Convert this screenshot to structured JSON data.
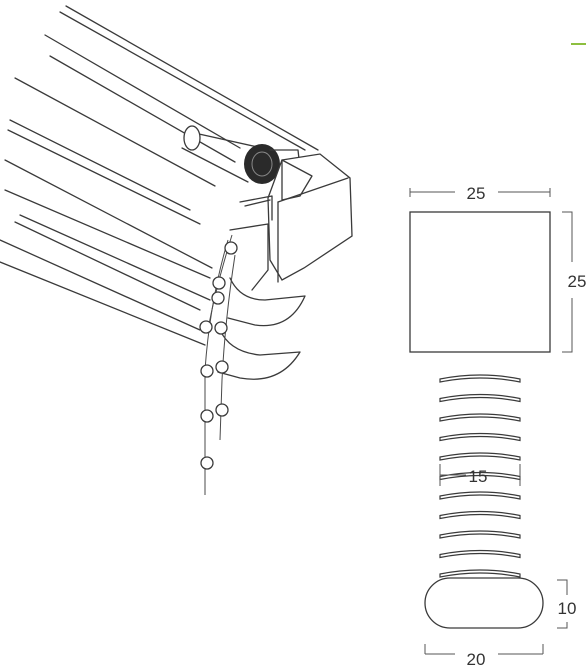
{
  "colors": {
    "accent": "#8dbf3f",
    "stroke": "#3a3a3a"
  },
  "dimensions": {
    "cap_width": "25",
    "cap_height": "25",
    "spring_width": "15",
    "end_width": "20",
    "end_height": "10"
  }
}
